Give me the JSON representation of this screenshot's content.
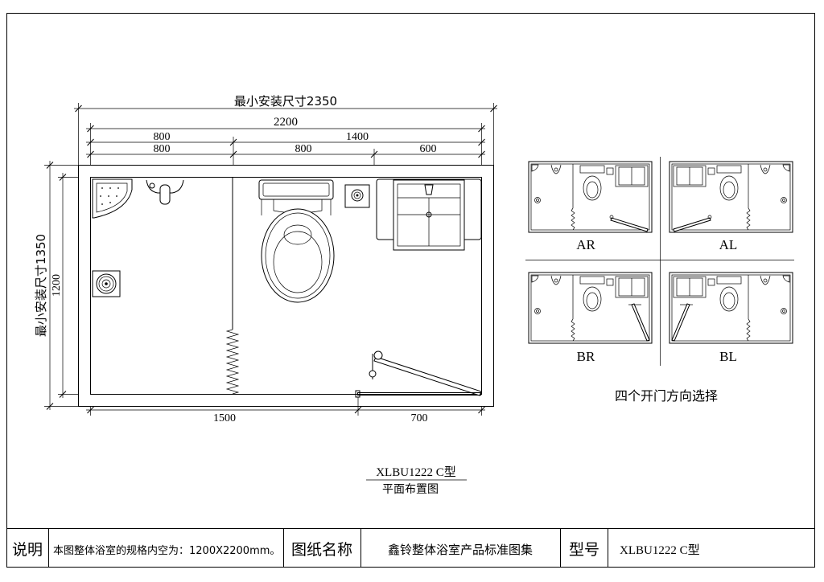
{
  "plan": {
    "dim_min_install_width": "最小安装尺寸2350",
    "dim_inner_width": "2200",
    "dim_upper_left": "800",
    "dim_upper_right": "1400",
    "dim_lower_left": "800",
    "dim_lower_middle": "800",
    "dim_lower_right": "600",
    "dim_min_install_depth": "最小安装尺寸1350",
    "dim_inner_depth": "1200",
    "dim_bottom_left": "1500",
    "dim_bottom_right": "700"
  },
  "caption": {
    "model": "XLBU1222 C型",
    "subtitle": "平面布置图"
  },
  "door_options": {
    "variants": [
      {
        "label": "AR"
      },
      {
        "label": "AL"
      },
      {
        "label": "BR"
      },
      {
        "label": "BL"
      }
    ],
    "caption": "四个开门方向选择"
  },
  "title_block": {
    "note_label": "说明",
    "note_text": "本图整体浴室的规格内空为：1200X2200mm。",
    "drawing_name_label": "图纸名称",
    "drawing_name": "鑫铃整体浴室产品标准图集",
    "model_label": "型号",
    "model": "XLBU1222 C型"
  }
}
